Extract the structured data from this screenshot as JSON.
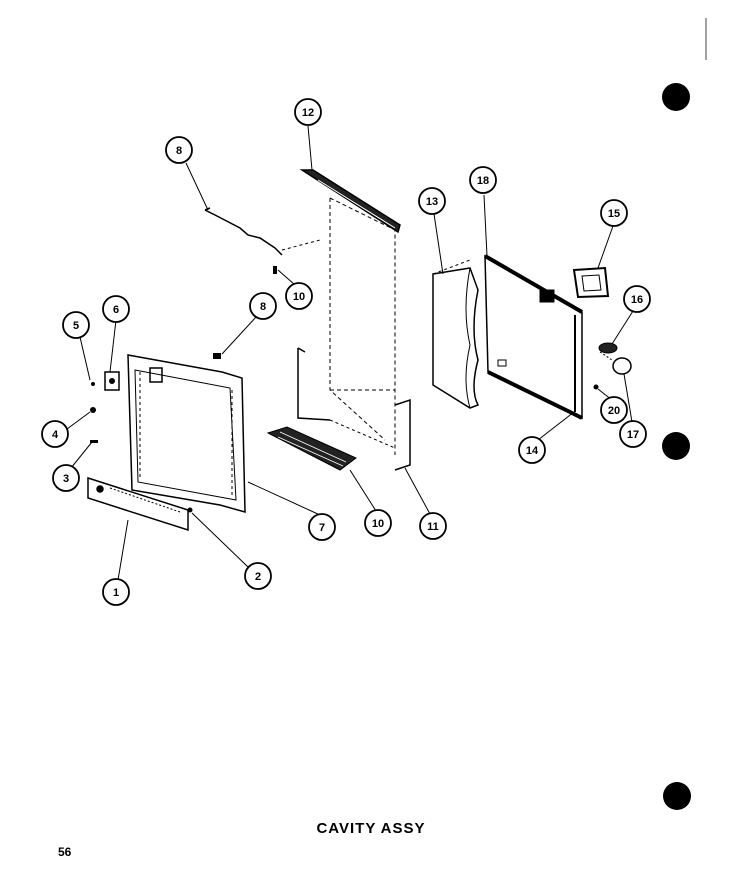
{
  "caption": "CAVITY ASSY",
  "page_number": "56",
  "callouts": [
    {
      "id": "c1",
      "label": "1"
    },
    {
      "id": "c2",
      "label": "2"
    },
    {
      "id": "c3",
      "label": "3"
    },
    {
      "id": "c4",
      "label": "4"
    },
    {
      "id": "c5",
      "label": "5"
    },
    {
      "id": "c6",
      "label": "6"
    },
    {
      "id": "c7",
      "label": "7"
    },
    {
      "id": "c8a",
      "label": "8"
    },
    {
      "id": "c8b",
      "label": "8"
    },
    {
      "id": "c10a",
      "label": "10"
    },
    {
      "id": "c10b",
      "label": "10"
    },
    {
      "id": "c11",
      "label": "11"
    },
    {
      "id": "c12",
      "label": "12"
    },
    {
      "id": "c13",
      "label": "13"
    },
    {
      "id": "c14",
      "label": "14"
    },
    {
      "id": "c15",
      "label": "15"
    },
    {
      "id": "c16",
      "label": "16"
    },
    {
      "id": "c17",
      "label": "17"
    },
    {
      "id": "c18",
      "label": "18"
    },
    {
      "id": "c20",
      "label": "20"
    }
  ]
}
